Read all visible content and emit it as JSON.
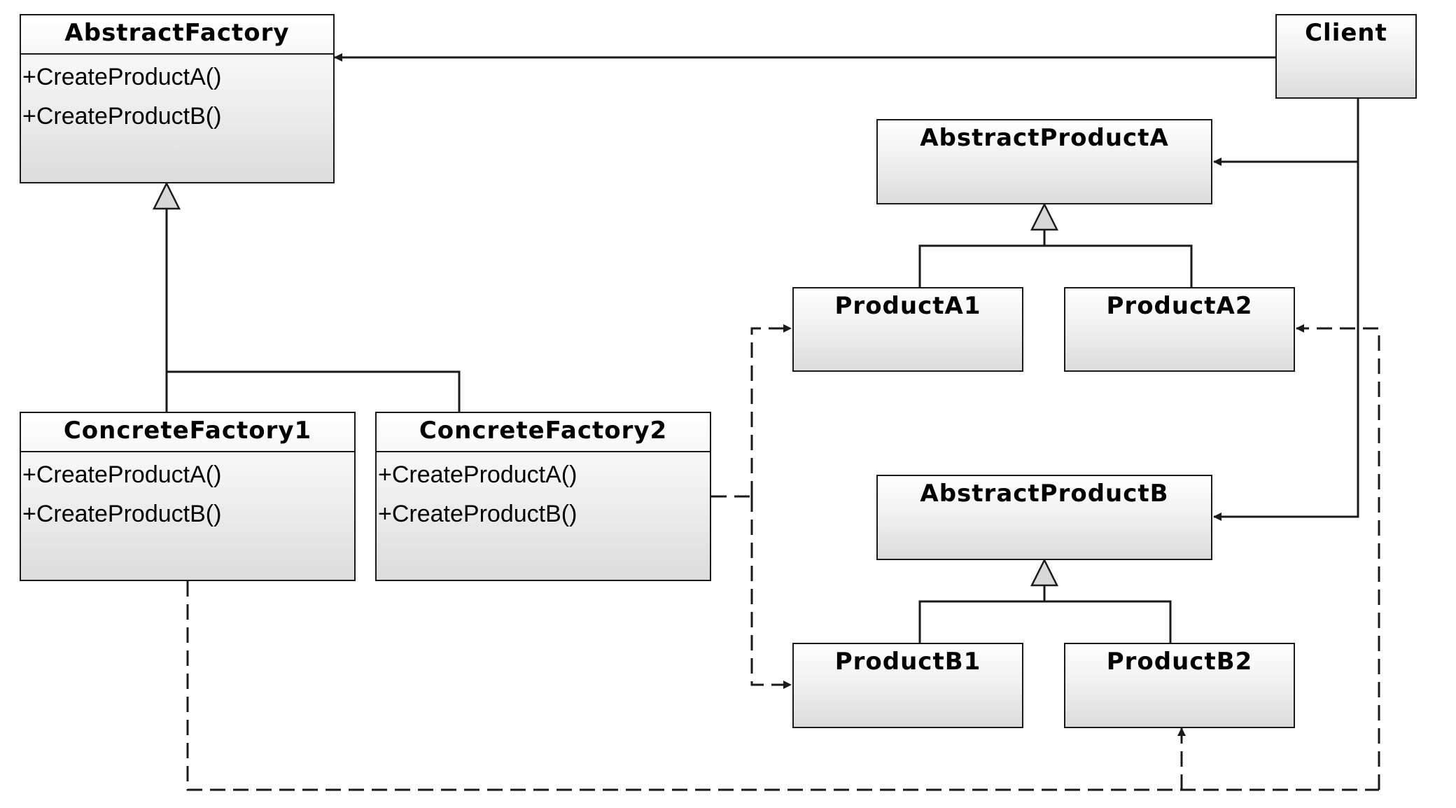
{
  "classes": {
    "abstract_factory": {
      "name": "AbstractFactory",
      "operations": [
        "+CreateProductA()",
        "+CreateProductB()"
      ]
    },
    "concrete_factory1": {
      "name": "ConcreteFactory1",
      "operations": [
        "+CreateProductA()",
        "+CreateProductB()"
      ]
    },
    "concrete_factory2": {
      "name": "ConcreteFactory2",
      "operations": [
        "+CreateProductA()",
        "+CreateProductB()"
      ]
    },
    "client": {
      "name": "Client"
    },
    "abstract_product_a": {
      "name": "AbstractProductA"
    },
    "product_a1": {
      "name": "ProductA1"
    },
    "product_a2": {
      "name": "ProductA2"
    },
    "abstract_product_b": {
      "name": "AbstractProductB"
    },
    "product_b1": {
      "name": "ProductB1"
    },
    "product_b2": {
      "name": "ProductB2"
    }
  },
  "colors": {
    "line": "#1a1a1a",
    "box_top": "#ffffff",
    "box_bottom": "#dcdcdc",
    "triangle_fill": "#d8d8d8"
  }
}
